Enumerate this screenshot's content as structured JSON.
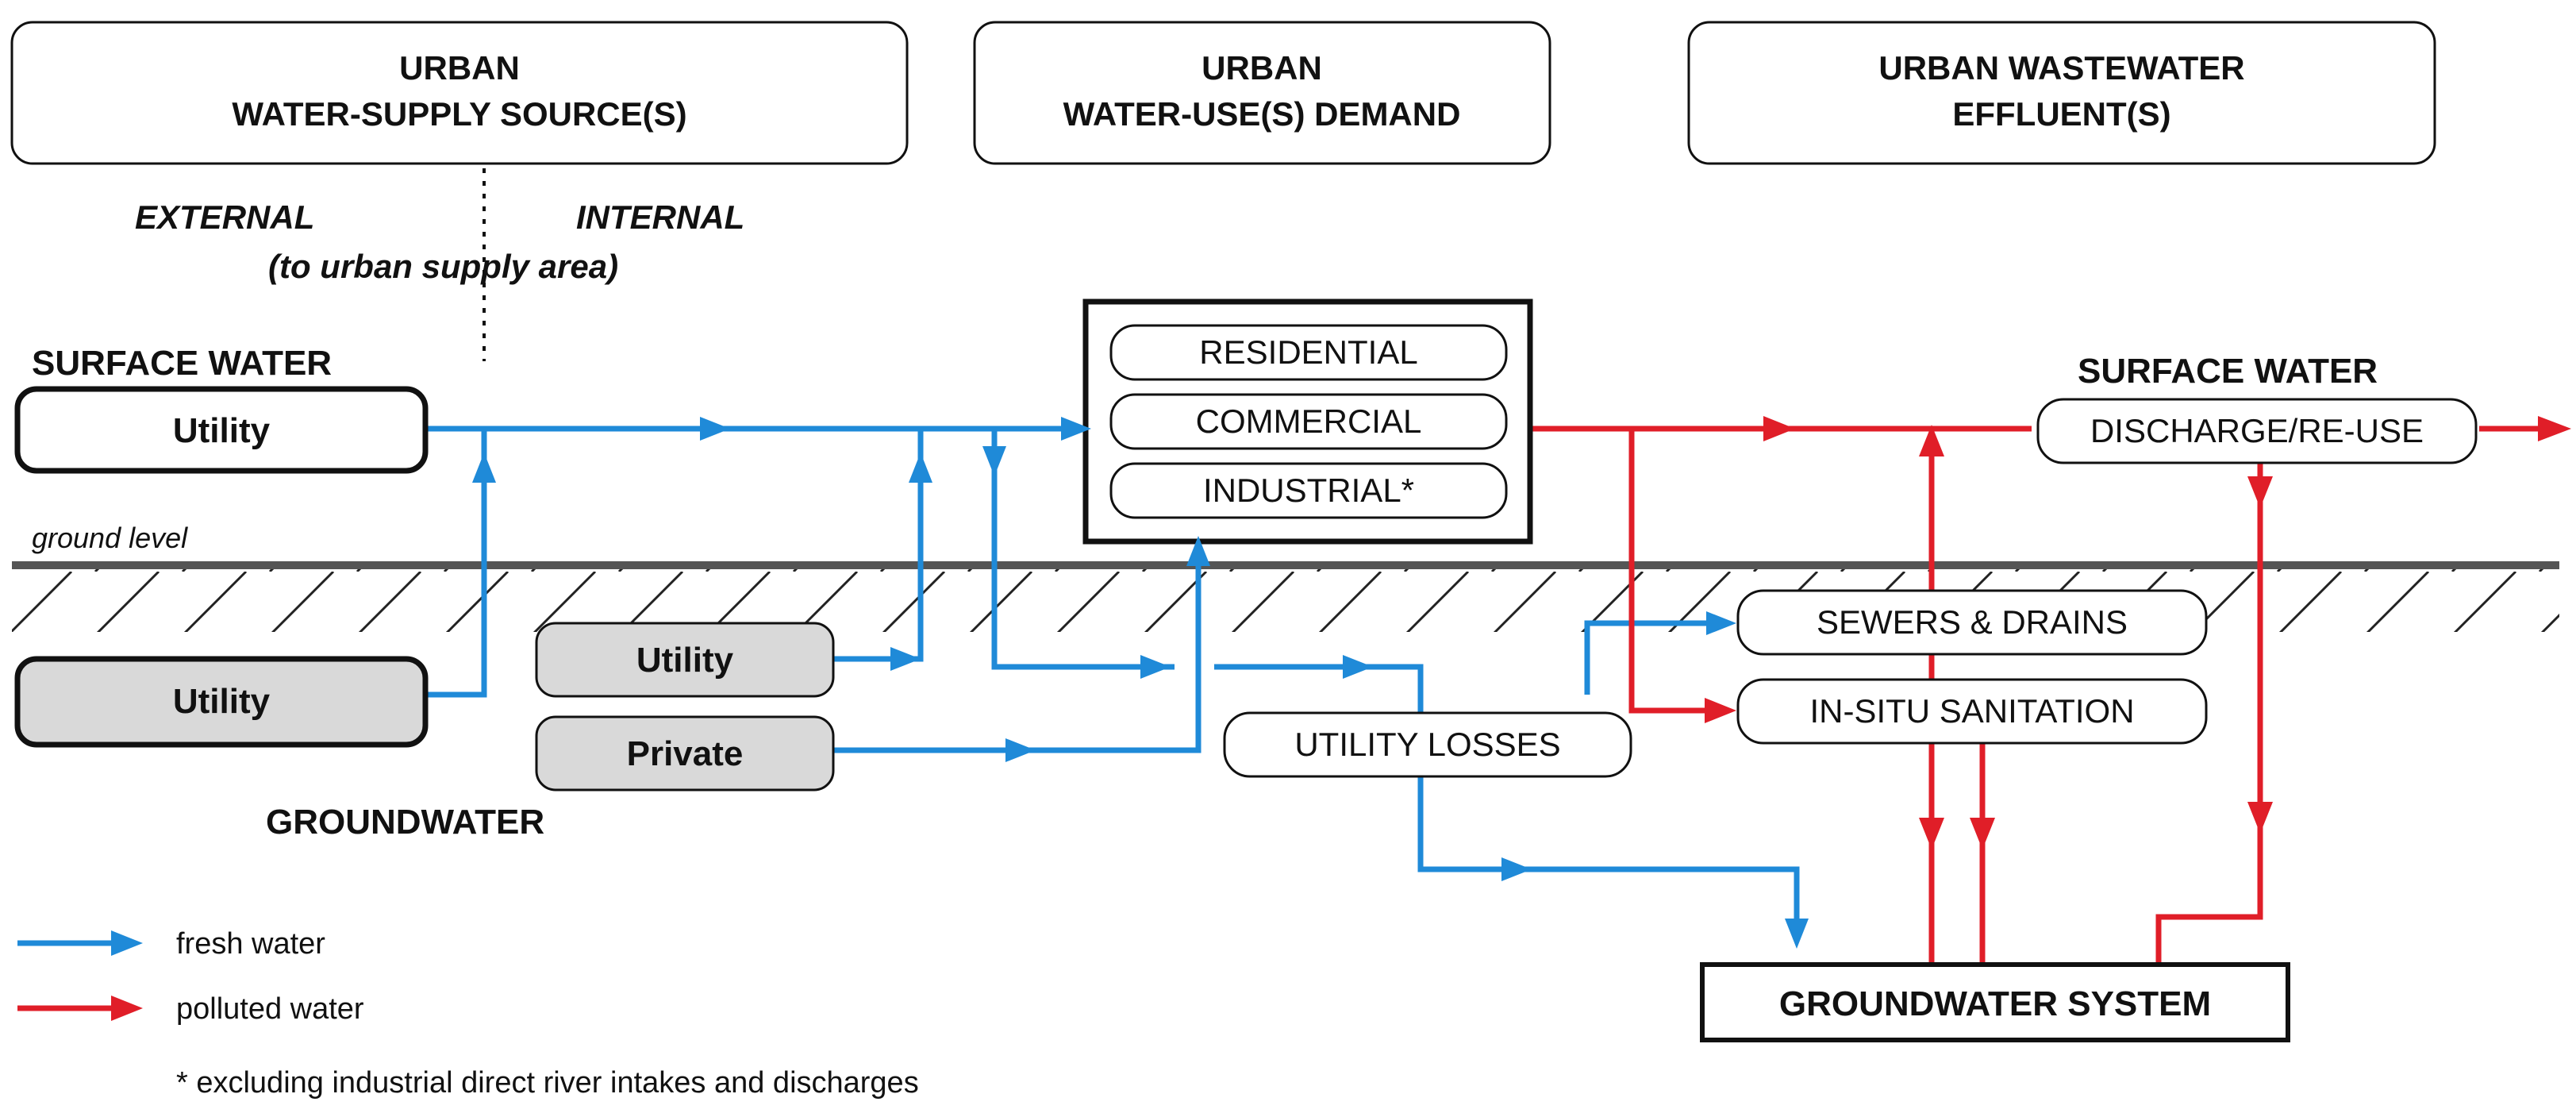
{
  "headers": {
    "supply": [
      "URBAN",
      "WATER-SUPPLY SOURCE(S)"
    ],
    "demand": [
      "URBAN",
      "WATER-USE(S) DEMAND"
    ],
    "effluent": [
      "URBAN WASTEWATER",
      "EFFLUENT(S)"
    ]
  },
  "supply_zones": {
    "external": "EXTERNAL",
    "internal": "INTERNAL",
    "note": "(to urban supply area)"
  },
  "sections": {
    "surface_water_left": "SURFACE WATER",
    "groundwater": "GROUNDWATER",
    "surface_water_right": "SURFACE WATER"
  },
  "nodes": {
    "surface_utility": "Utility",
    "ground_utility_external": "Utility",
    "ground_utility_internal": "Utility",
    "ground_private": "Private",
    "uses": [
      "RESIDENTIAL",
      "COMMERCIAL",
      "INDUSTRIAL*"
    ],
    "utility_losses": "UTILITY LOSSES",
    "sewers_drains": "SEWERS & DRAINS",
    "insitu_sanitation": "IN-SITU SANITATION",
    "discharge_reuse": "DISCHARGE/RE-USE",
    "groundwater_system": "GROUNDWATER SYSTEM"
  },
  "ground_level_label": "ground level",
  "legend": {
    "fresh": "fresh water",
    "polluted": "polluted water",
    "footnote": "* excluding industrial direct river intakes and discharges"
  },
  "colors": {
    "fresh_water": "#1f8ad8",
    "polluted_water": "#e01e28",
    "source_fill": "#d9d9d9"
  }
}
